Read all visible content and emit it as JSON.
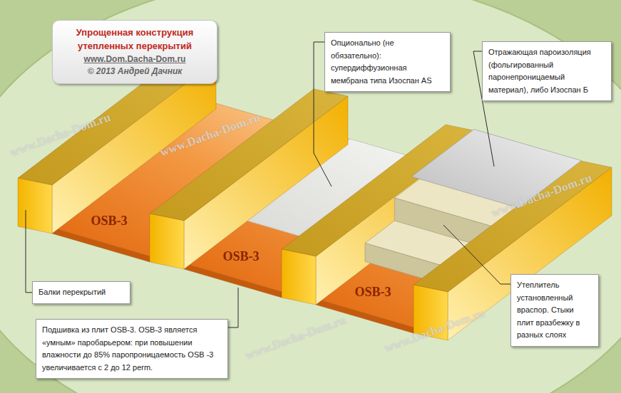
{
  "diagram": {
    "nodes": [
      {
        "text": [
          "Упрощенная конструкция утепленных перекрытий",
          "www.Dom.Dacha-Dom.ru",
          "© 2013 Андрей Дачник"
        ]
      },
      {
        "text": [
          "Опционально (не обязательно): супердиффузионная мембрана типа Изоспан AS"
        ]
      },
      {
        "text": [
          "Отражающая пароизоляция (фольгированный паронепроницаемый материал), либо Изоспан Б"
        ]
      },
      {
        "text": [
          "Утеплитель установленный враспор. Стыки плит вразбежку в разных слоях"
        ]
      },
      {
        "text": [
          "Балки перекрытий"
        ]
      },
      {
        "text": [
          "Подшивка из плит OSB-3. OSB-3 является «умным» паробарьером: при повышении влажности до 85% паропроницаемость OSB -3 увеличивается с 2 до 12 perm."
        ]
      }
    ],
    "labels": [
      "OSB-3",
      "OSB-3",
      "OSB-3",
      "www.Dacha-Dom.ru",
      "www.Dacha-Dom.ru",
      "www.Dacha-Dom.ru",
      "www.Dacha-Dom.ru",
      "www.Dacha-Dom.ru"
    ]
  }
}
